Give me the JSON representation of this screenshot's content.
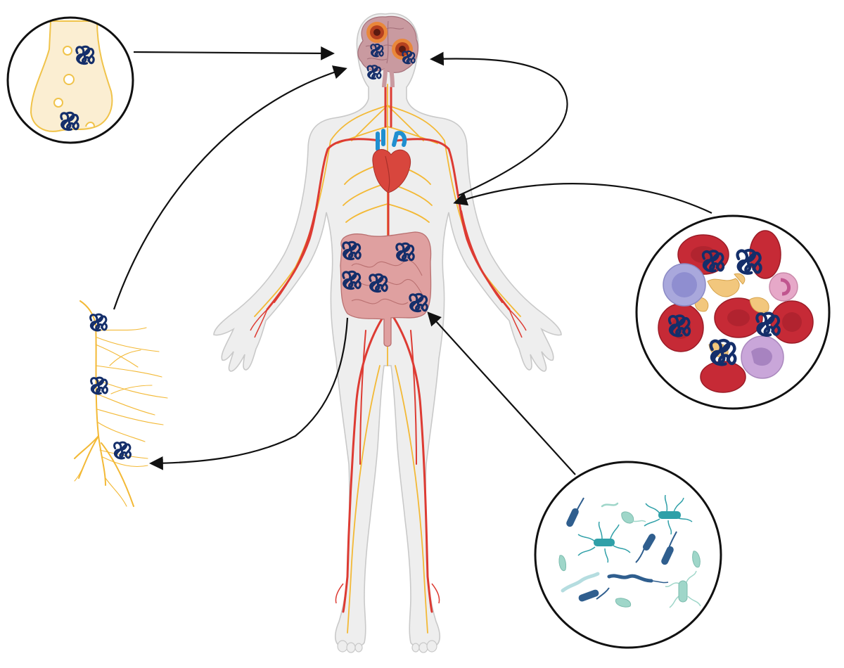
{
  "diagram": {
    "text": [],
    "colors": {
      "background": "#ffffff",
      "body_fill": "#eeeeee",
      "body_outline": "#c9c9c9",
      "artery": "#dd3b33",
      "nerve": "#f3b936",
      "brain": "#c99aa0",
      "intestine": "#dfa0a0",
      "heart": "#d8463d",
      "heart_vessels": "#1f8fd0",
      "protein_aggregate": "#142e6a",
      "circle_border": "#111111",
      "arrow": "#111111",
      "bone": "#fbeed2",
      "bone_outline": "#f0c34a",
      "red_cell": "#c62a36",
      "platelet": "#f2c77d",
      "white_cell_blue": "#a9a8dc",
      "white_cell_pink": "#e6a8c8",
      "white_cell_purple": "#c9a6d9",
      "bacteria_dark": "#2f5e8e",
      "bacteria_teal": "#2fa0a8",
      "bacteria_light": "#9fd6c9"
    },
    "panels": [
      {
        "id": "bone-panel",
        "icon": "bone-marrow-icon"
      },
      {
        "id": "blood-panel",
        "icon": "blood-cells-icon"
      },
      {
        "id": "microbiota-panel",
        "icon": "gut-bacteria-icon"
      },
      {
        "id": "nerve-panel",
        "icon": "peripheral-nerve-icon"
      }
    ]
  }
}
